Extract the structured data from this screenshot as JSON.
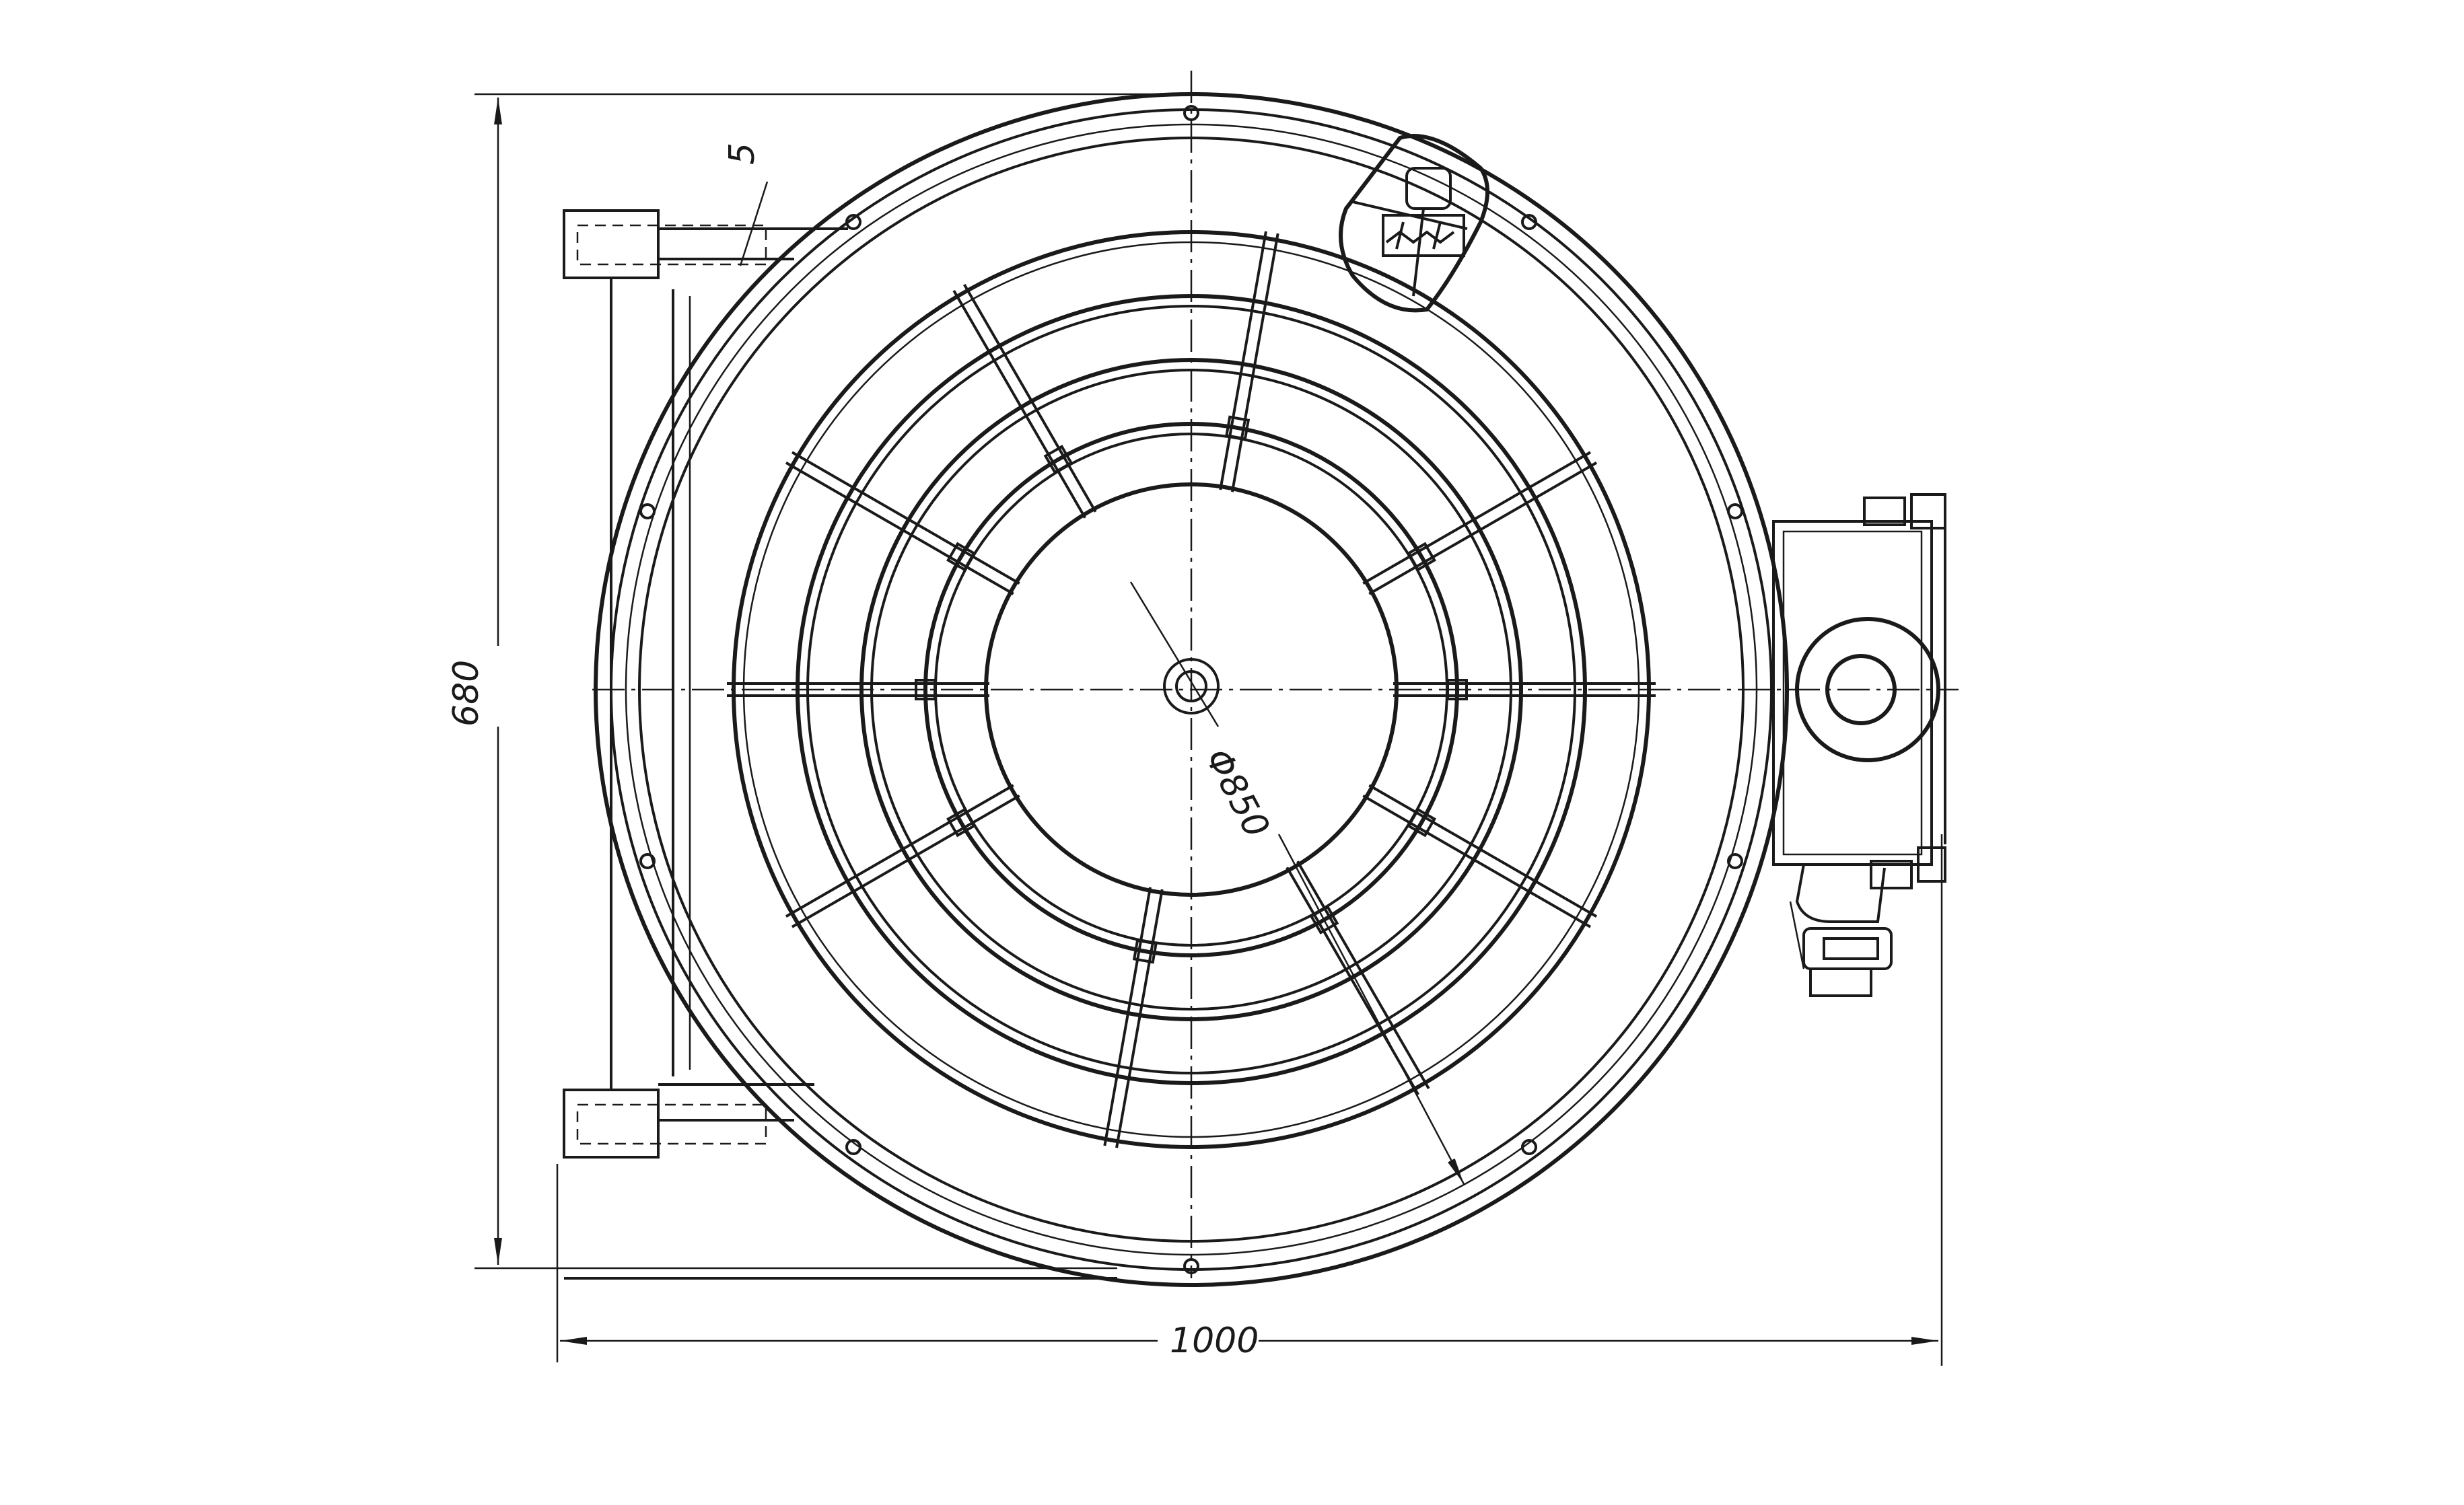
{
  "drawing": {
    "dimensions": {
      "width_label": "1000",
      "height_label": "680",
      "diameter_label": "Φ850"
    },
    "callouts": {
      "part_number": "5"
    }
  }
}
